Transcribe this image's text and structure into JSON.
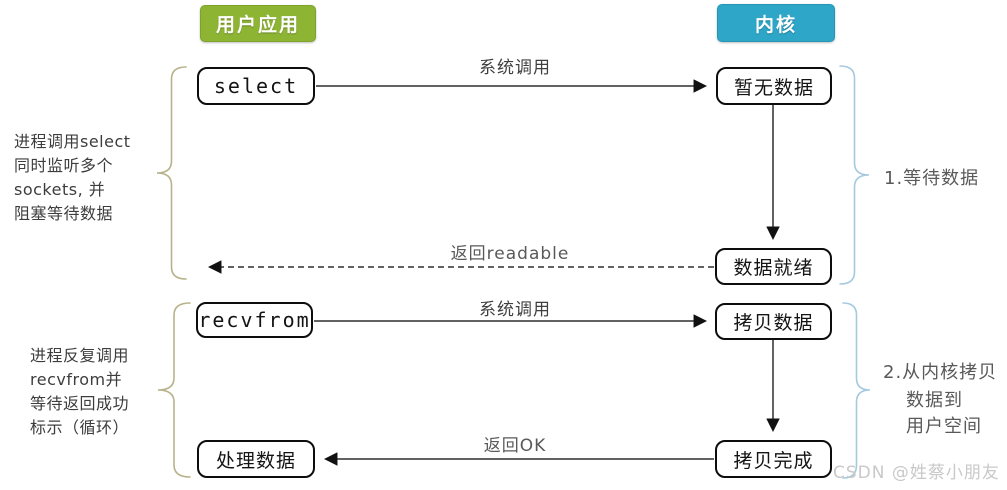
{
  "headers": {
    "user_app": "用户应用",
    "kernel": "内核"
  },
  "nodes": {
    "select": "select",
    "no_data": "暂无数据",
    "data_ready": "数据就绪",
    "recvfrom": "recvfrom",
    "copy_data": "拷贝数据",
    "process_data": "处理数据",
    "copy_done": "拷贝完成"
  },
  "arrow_labels": {
    "syscall_top": "系统调用",
    "return_readable": "返回readable",
    "syscall_bottom": "系统调用",
    "return_ok": "返回OK"
  },
  "annotations": {
    "left_top": "进程调用select\n同时监听多个\nsockets, 并\n阻塞等待数据",
    "left_bottom": "进程反复调用\nrecvfrom并\n等待返回成功\n标示（循环）",
    "right_top": "1.等待数据",
    "right_bottom": {
      "line1": "2.从内核拷贝",
      "line2": "数据到",
      "line3": "用户空间"
    }
  },
  "watermark": "CSDN @姓蔡小朋友",
  "colors": {
    "user_app_bg": "#8eb433",
    "kernel_bg": "#2da6c8",
    "left_brace": "#b8b28a",
    "right_brace": "#a5c9de",
    "arrow": "#2f2f2f",
    "box_border": "#0d0d0d",
    "gray_text": "#595959",
    "watermark_text": "#c9c9c9"
  }
}
